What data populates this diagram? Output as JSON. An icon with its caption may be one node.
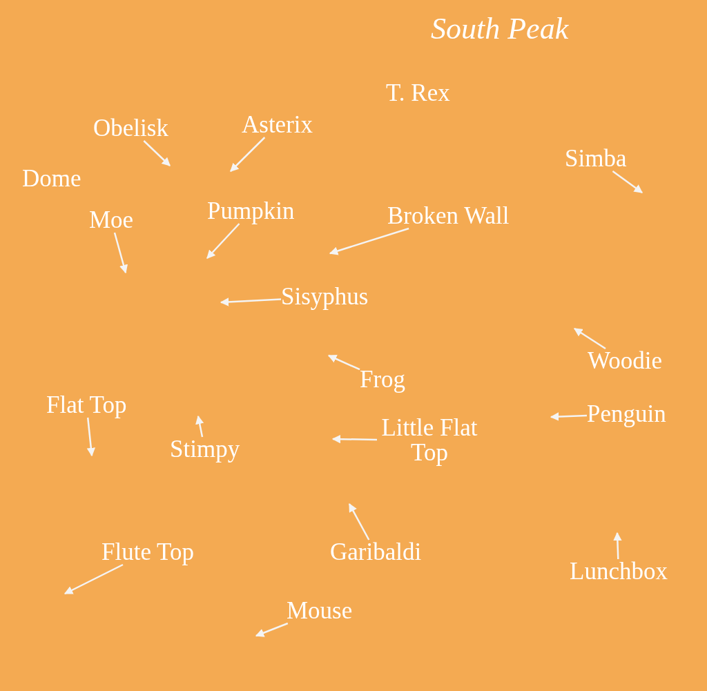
{
  "diagram": {
    "title": "South Peak",
    "nodes": [
      {
        "text": [
          "Obelisk"
        ]
      },
      {
        "text": [
          "Asterix"
        ]
      },
      {
        "text": [
          "Simba"
        ]
      },
      {
        "text": [
          "Moe"
        ]
      },
      {
        "text": [
          "Pumpkin"
        ]
      },
      {
        "text": [
          "Broken Wall"
        ]
      },
      {
        "text": [
          "Sisyphus"
        ]
      },
      {
        "text": [
          "Woodie"
        ]
      },
      {
        "text": [
          "Frog"
        ]
      },
      {
        "text": [
          "Flat Top"
        ]
      },
      {
        "text": [
          "Penguin"
        ]
      },
      {
        "text": [
          "Stimpy"
        ]
      },
      {
        "text": [
          "Little Flat Top"
        ]
      },
      {
        "text": [
          "Garibaldi"
        ]
      },
      {
        "text": [
          "Lunchbox"
        ]
      },
      {
        "text": [
          "Flute Top"
        ]
      },
      {
        "text": [
          "Mouse"
        ]
      }
    ],
    "edges": [
      {
        "from": 0,
        "to": null,
        "arrow": "to"
      },
      {
        "from": 1,
        "to": null,
        "arrow": "to"
      },
      {
        "from": 2,
        "to": null,
        "arrow": "to"
      },
      {
        "from": 3,
        "to": null,
        "arrow": "to"
      },
      {
        "from": 4,
        "to": null,
        "arrow": "to"
      },
      {
        "from": 5,
        "to": null,
        "arrow": "to"
      },
      {
        "from": 6,
        "to": null,
        "arrow": "to"
      },
      {
        "from": 7,
        "to": null,
        "arrow": "to"
      },
      {
        "from": 8,
        "to": null,
        "arrow": "to"
      },
      {
        "from": 9,
        "to": null,
        "arrow": "to"
      },
      {
        "from": 10,
        "to": null,
        "arrow": "to"
      },
      {
        "from": 11,
        "to": null,
        "arrow": "to"
      },
      {
        "from": 12,
        "to": null,
        "arrow": "to"
      },
      {
        "from": 13,
        "to": null,
        "arrow": "to"
      },
      {
        "from": 14,
        "to": null,
        "arrow": "to"
      },
      {
        "from": 15,
        "to": null,
        "arrow": "to"
      },
      {
        "from": 16,
        "to": null,
        "arrow": "to"
      }
    ],
    "labels": [
      "T. Rex",
      "Dome"
    ]
  }
}
